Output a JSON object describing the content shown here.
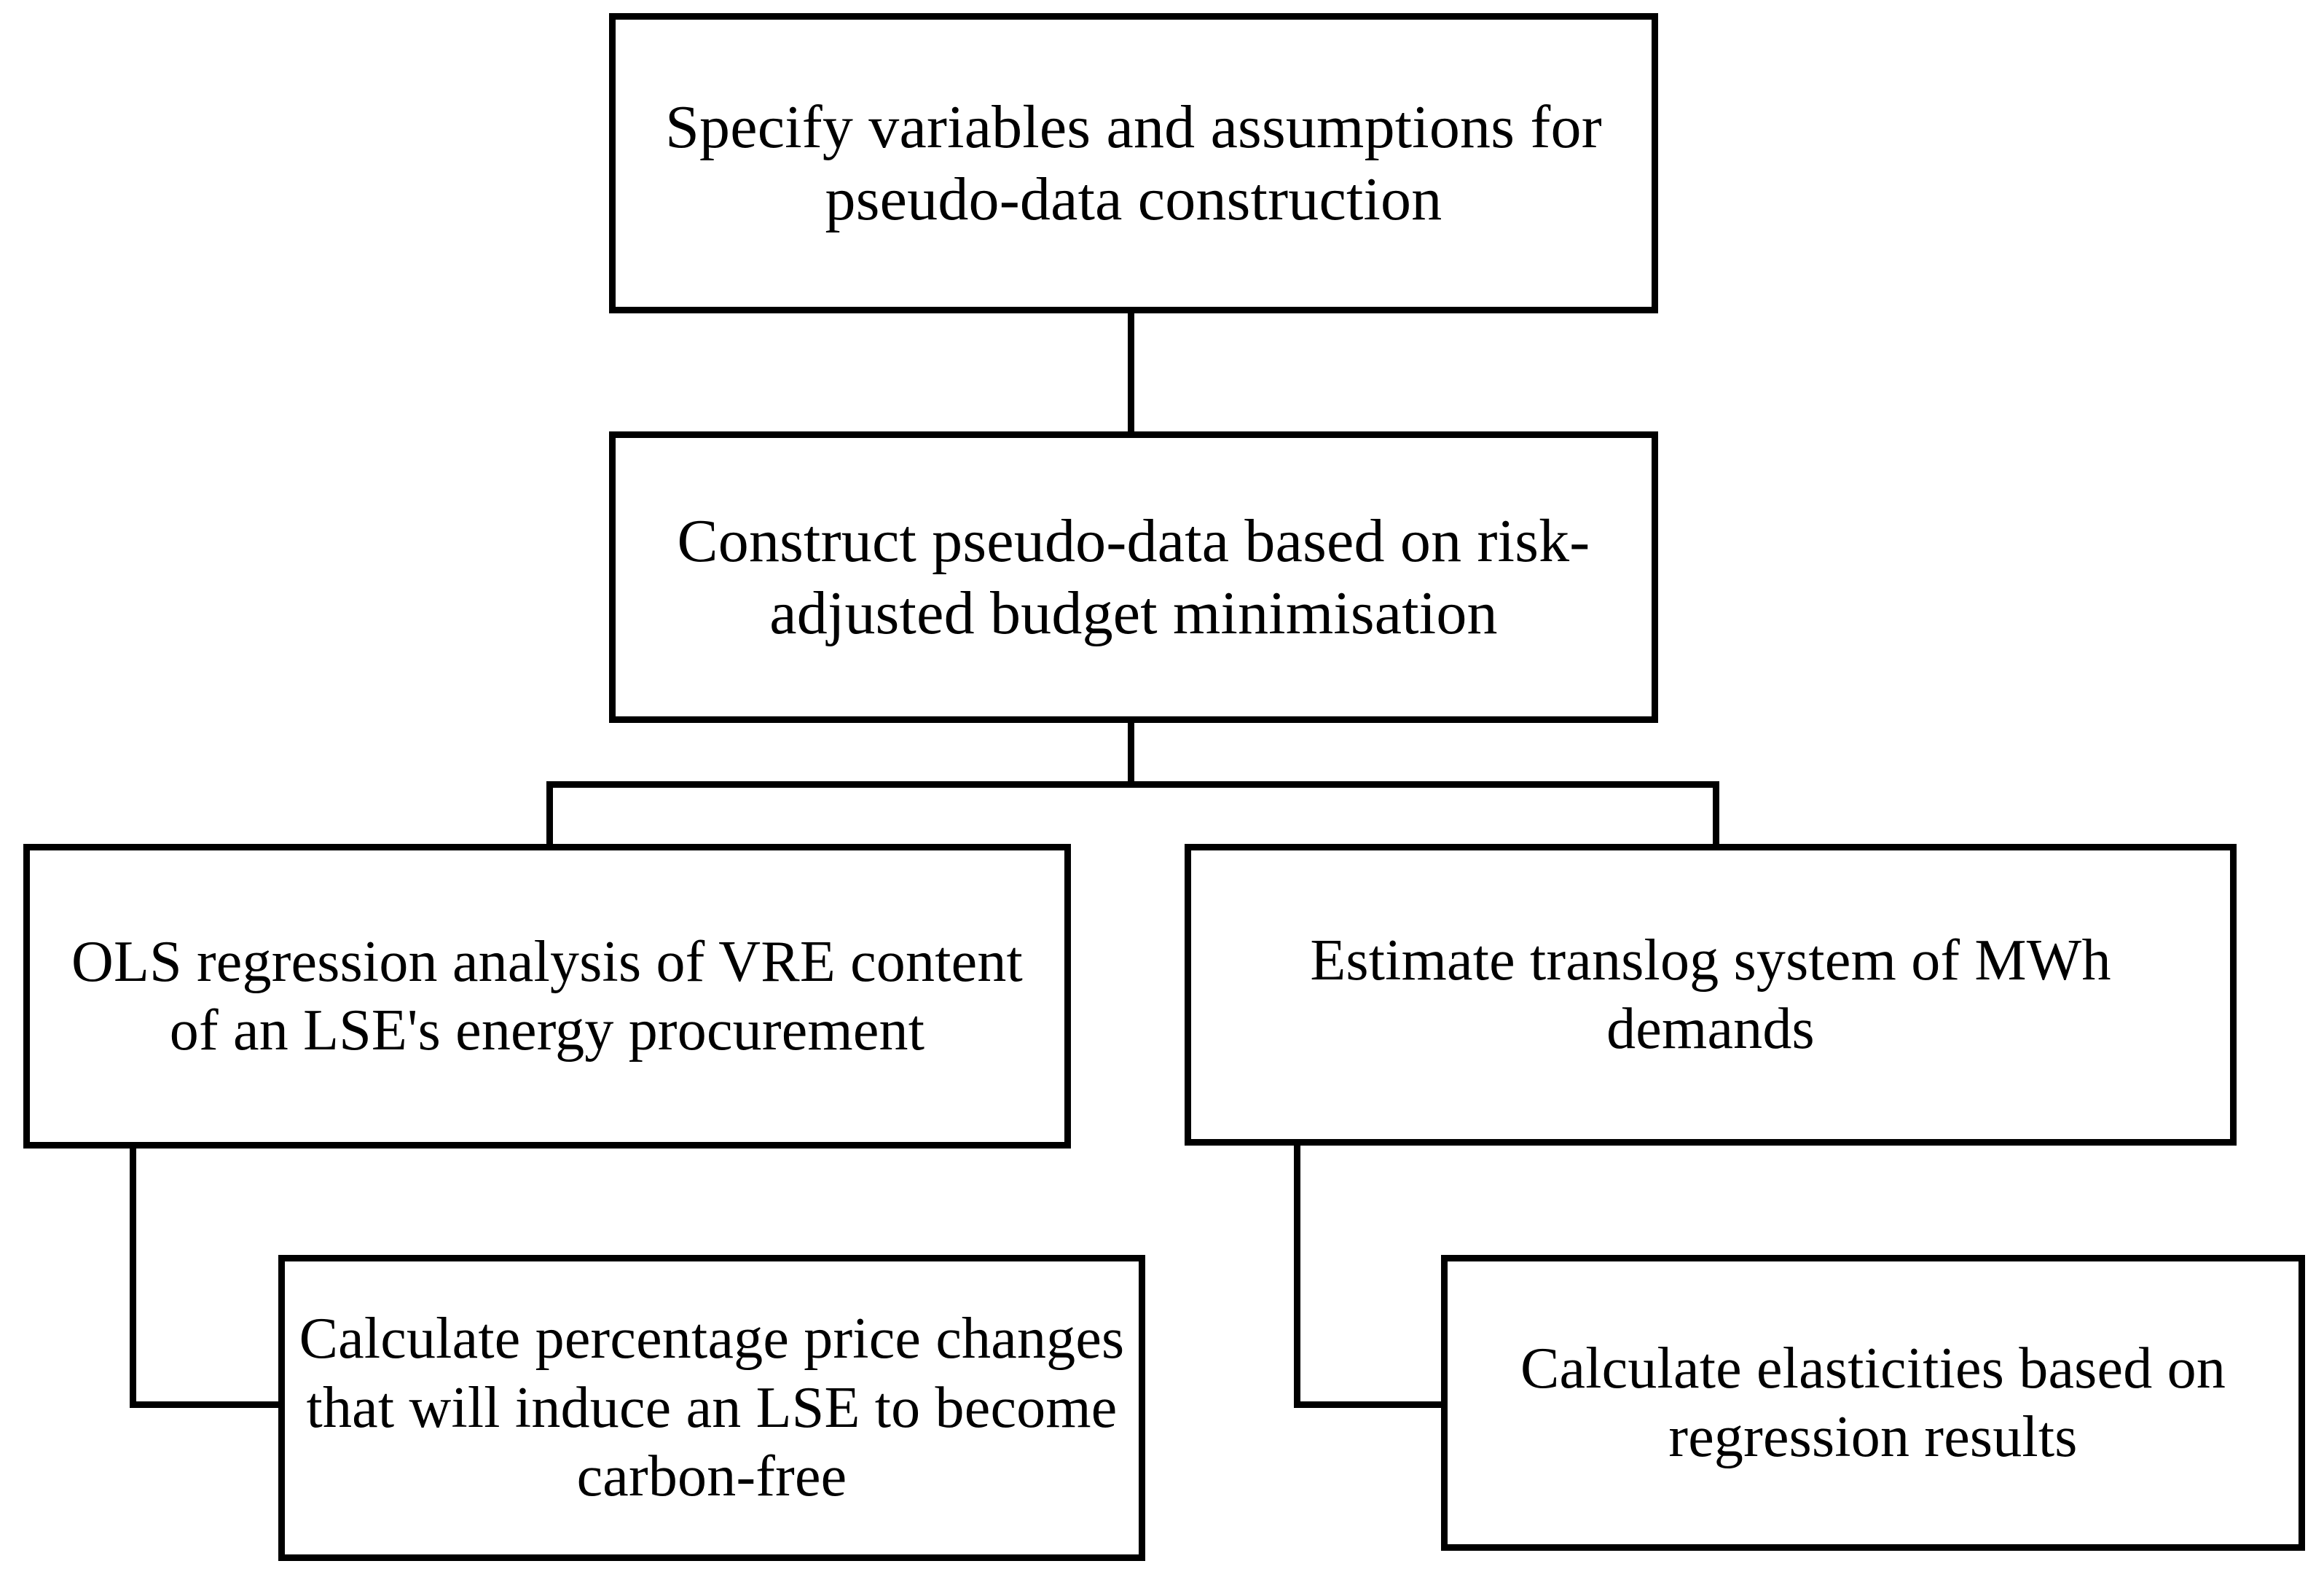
{
  "diagram": {
    "type": "flowchart",
    "nodes": [
      {
        "id": "specify",
        "label": "Specify variables and assumptions for pseudo-data construction"
      },
      {
        "id": "construct",
        "label": "Construct pseudo-data based on risk-adjusted budget minimisation"
      },
      {
        "id": "ols",
        "label": "OLS regression analysis of VRE content of an LSE's energy procurement"
      },
      {
        "id": "translog",
        "label": "Estimate translog system of MWh demands"
      },
      {
        "id": "price_changes",
        "label": "Calculate percentage price changes that will induce an LSE to become carbon-free"
      },
      {
        "id": "elasticities",
        "label": "Calculate elasticities based on regression results"
      }
    ],
    "edges": [
      {
        "from": "specify",
        "to": "construct"
      },
      {
        "from": "construct",
        "to": "ols"
      },
      {
        "from": "construct",
        "to": "translog"
      },
      {
        "from": "ols",
        "to": "price_changes"
      },
      {
        "from": "translog",
        "to": "elasticities"
      }
    ],
    "colors": {
      "stroke": "#000000",
      "fill": "#ffffff",
      "text": "#000000"
    }
  }
}
